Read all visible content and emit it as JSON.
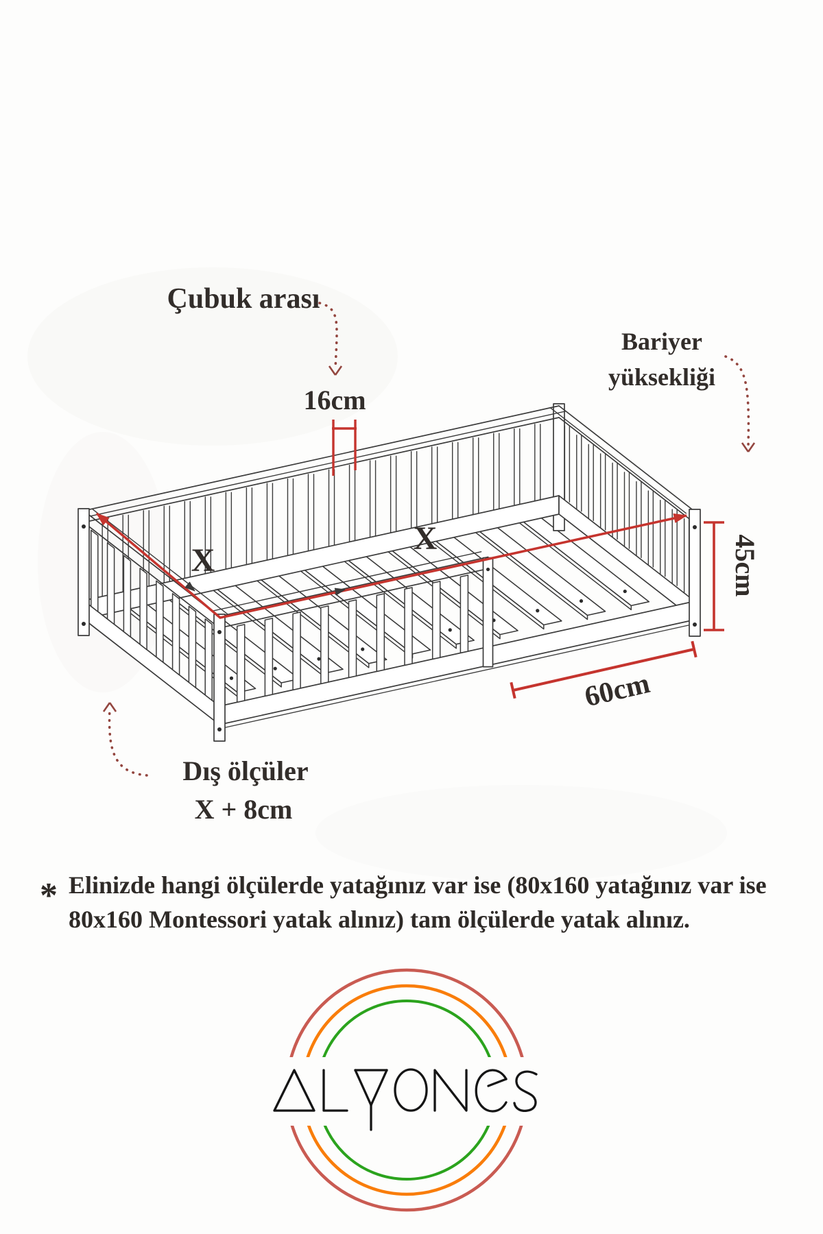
{
  "page": {
    "background": "#fdfdfc",
    "text_color": "#322d2a"
  },
  "colors": {
    "line": "#3b3b3b",
    "dimension_red": "#c5342e",
    "arrow_maroon": "#93463f",
    "screw_dot": "#2c2c2c"
  },
  "diagram": {
    "subject": "montessori-floor-bed-wireframe",
    "annotations": {
      "slat_gap_label": "Çubuk arası",
      "slat_gap_value": "16cm",
      "barrier_label_line1": "Bariyer",
      "barrier_label_line2": "yüksekliği",
      "barrier_height_value": "45cm",
      "opening_width_value": "60cm",
      "inner_dim_left": "X",
      "inner_dim_right": "X",
      "outer_dim_label": "Dış ölçüler",
      "outer_dim_value": "X + 8cm"
    }
  },
  "note": {
    "marker_icon": "asterisk-icon",
    "marker": "*",
    "text": "Elinizde hangi ölçülerde yatağınız var ise (80x160 yatağınız var ise 80x160 Montessori yatak alınız) tam ölçülerde yatak alınız."
  },
  "logo": {
    "text": "ALYONES",
    "ring_colors": {
      "outer": "#c95b52",
      "middle": "#f97d0a",
      "inner": "#2ba31d"
    },
    "letter_color": "#151515"
  }
}
